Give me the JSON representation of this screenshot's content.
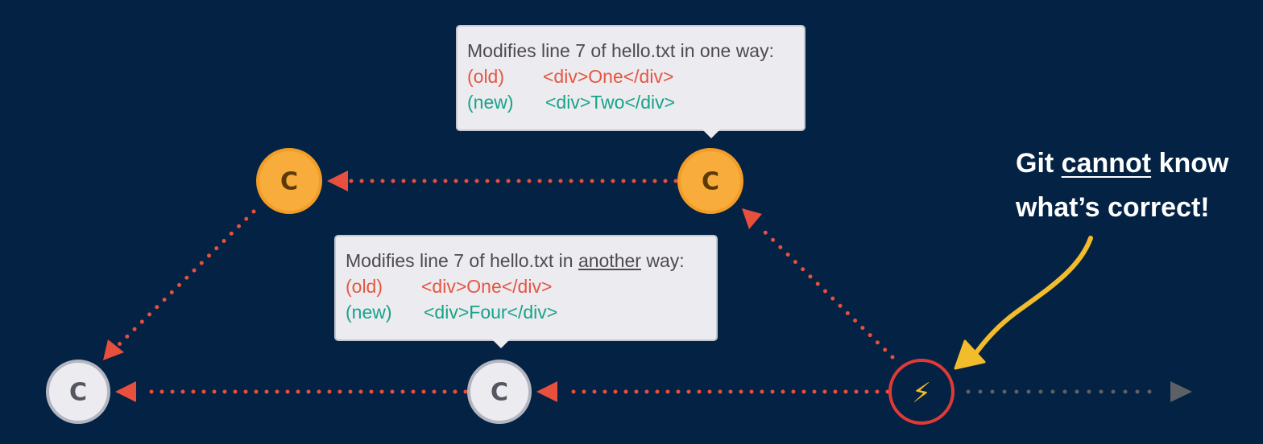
{
  "commits": {
    "top_left_label": "C",
    "top_right_label": "C",
    "bottom_left_label": "C",
    "bottom_mid_label": "C",
    "merge_icon": "lightning-bolt-icon",
    "merge_symbol": "⚡"
  },
  "tooltip_top": {
    "heading": "Modifies line 7 of hello.txt in one way:",
    "old_tag": "(old)",
    "old_value": "<div>One</div>",
    "new_tag": "(new)",
    "new_value": "<div>Two</div>"
  },
  "tooltip_bottom": {
    "heading_prefix": "Modifies line 7 of hello.txt in ",
    "heading_emphasis": "another",
    "heading_suffix": " way:",
    "old_tag": "(old)",
    "old_value": "<div>One</div>",
    "new_tag": "(new)",
    "new_value": "<div>Four</div>"
  },
  "note": {
    "prefix": "Git ",
    "emphasis": "cannot",
    "suffix": " know",
    "line2": "what’s correct!"
  },
  "colors": {
    "background": "#042344",
    "arrow_red": "#e94f3d",
    "commit_orange": "#f7ac3b",
    "commit_orange_border": "#f39c26",
    "commit_grey": "#ecebef",
    "commit_grey_border": "#b3b6c0",
    "future_grey": "#5d6166",
    "annotation_yellow": "#f2bc2b",
    "old_red": "#e35743",
    "new_green": "#17a389"
  }
}
